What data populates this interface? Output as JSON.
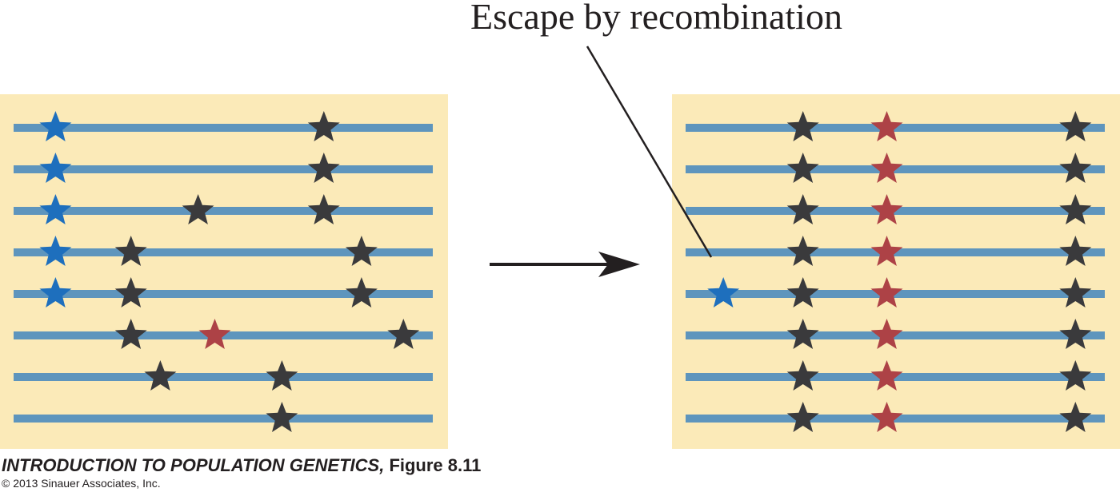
{
  "annotation": "Escape by recombination",
  "caption": {
    "book_title": "INTRODUCTION TO POPULATION GENETICS,",
    "figure": "Figure 8.11",
    "copyright": "© 2013 Sinauer Associates, Inc."
  },
  "colors": {
    "panel_bg": "#fbeab8",
    "chromosome": "#5e95bd",
    "beneficial_allele": "#1e6fbd",
    "neutral_allele": "#3a3a3c",
    "deleterious_allele": "#ad4246",
    "ink": "#231f20"
  },
  "icons": {
    "star": "star-icon",
    "arrow": "right-arrow-icon"
  },
  "panels": {
    "before": {
      "chromosomes": [
        {
          "alleles": [
            {
              "pos": 0.1,
              "kind": "blue"
            },
            {
              "pos": 0.74,
              "kind": "dark"
            }
          ]
        },
        {
          "alleles": [
            {
              "pos": 0.1,
              "kind": "blue"
            },
            {
              "pos": 0.74,
              "kind": "dark"
            }
          ]
        },
        {
          "alleles": [
            {
              "pos": 0.1,
              "kind": "blue"
            },
            {
              "pos": 0.44,
              "kind": "dark"
            },
            {
              "pos": 0.74,
              "kind": "dark"
            }
          ]
        },
        {
          "alleles": [
            {
              "pos": 0.1,
              "kind": "blue"
            },
            {
              "pos": 0.28,
              "kind": "dark"
            },
            {
              "pos": 0.83,
              "kind": "dark"
            }
          ]
        },
        {
          "alleles": [
            {
              "pos": 0.1,
              "kind": "blue"
            },
            {
              "pos": 0.28,
              "kind": "dark"
            },
            {
              "pos": 0.83,
              "kind": "dark"
            }
          ]
        },
        {
          "alleles": [
            {
              "pos": 0.28,
              "kind": "dark"
            },
            {
              "pos": 0.48,
              "kind": "red"
            },
            {
              "pos": 0.93,
              "kind": "dark"
            }
          ]
        },
        {
          "alleles": [
            {
              "pos": 0.35,
              "kind": "dark"
            },
            {
              "pos": 0.64,
              "kind": "dark"
            }
          ]
        },
        {
          "alleles": [
            {
              "pos": 0.64,
              "kind": "dark"
            }
          ]
        }
      ]
    },
    "after": {
      "chromosomes": [
        {
          "alleles": [
            {
              "pos": 0.28,
              "kind": "dark"
            },
            {
              "pos": 0.48,
              "kind": "red"
            },
            {
              "pos": 0.93,
              "kind": "dark"
            }
          ]
        },
        {
          "alleles": [
            {
              "pos": 0.28,
              "kind": "dark"
            },
            {
              "pos": 0.48,
              "kind": "red"
            },
            {
              "pos": 0.93,
              "kind": "dark"
            }
          ]
        },
        {
          "alleles": [
            {
              "pos": 0.28,
              "kind": "dark"
            },
            {
              "pos": 0.48,
              "kind": "red"
            },
            {
              "pos": 0.93,
              "kind": "dark"
            }
          ]
        },
        {
          "alleles": [
            {
              "pos": 0.28,
              "kind": "dark"
            },
            {
              "pos": 0.48,
              "kind": "red"
            },
            {
              "pos": 0.93,
              "kind": "dark"
            }
          ]
        },
        {
          "alleles": [
            {
              "pos": 0.09,
              "kind": "blue"
            },
            {
              "pos": 0.28,
              "kind": "dark"
            },
            {
              "pos": 0.48,
              "kind": "red"
            },
            {
              "pos": 0.93,
              "kind": "dark"
            }
          ]
        },
        {
          "alleles": [
            {
              "pos": 0.28,
              "kind": "dark"
            },
            {
              "pos": 0.48,
              "kind": "red"
            },
            {
              "pos": 0.93,
              "kind": "dark"
            }
          ]
        },
        {
          "alleles": [
            {
              "pos": 0.28,
              "kind": "dark"
            },
            {
              "pos": 0.48,
              "kind": "red"
            },
            {
              "pos": 0.93,
              "kind": "dark"
            }
          ]
        },
        {
          "alleles": [
            {
              "pos": 0.28,
              "kind": "dark"
            },
            {
              "pos": 0.48,
              "kind": "red"
            },
            {
              "pos": 0.93,
              "kind": "dark"
            }
          ]
        }
      ]
    }
  }
}
